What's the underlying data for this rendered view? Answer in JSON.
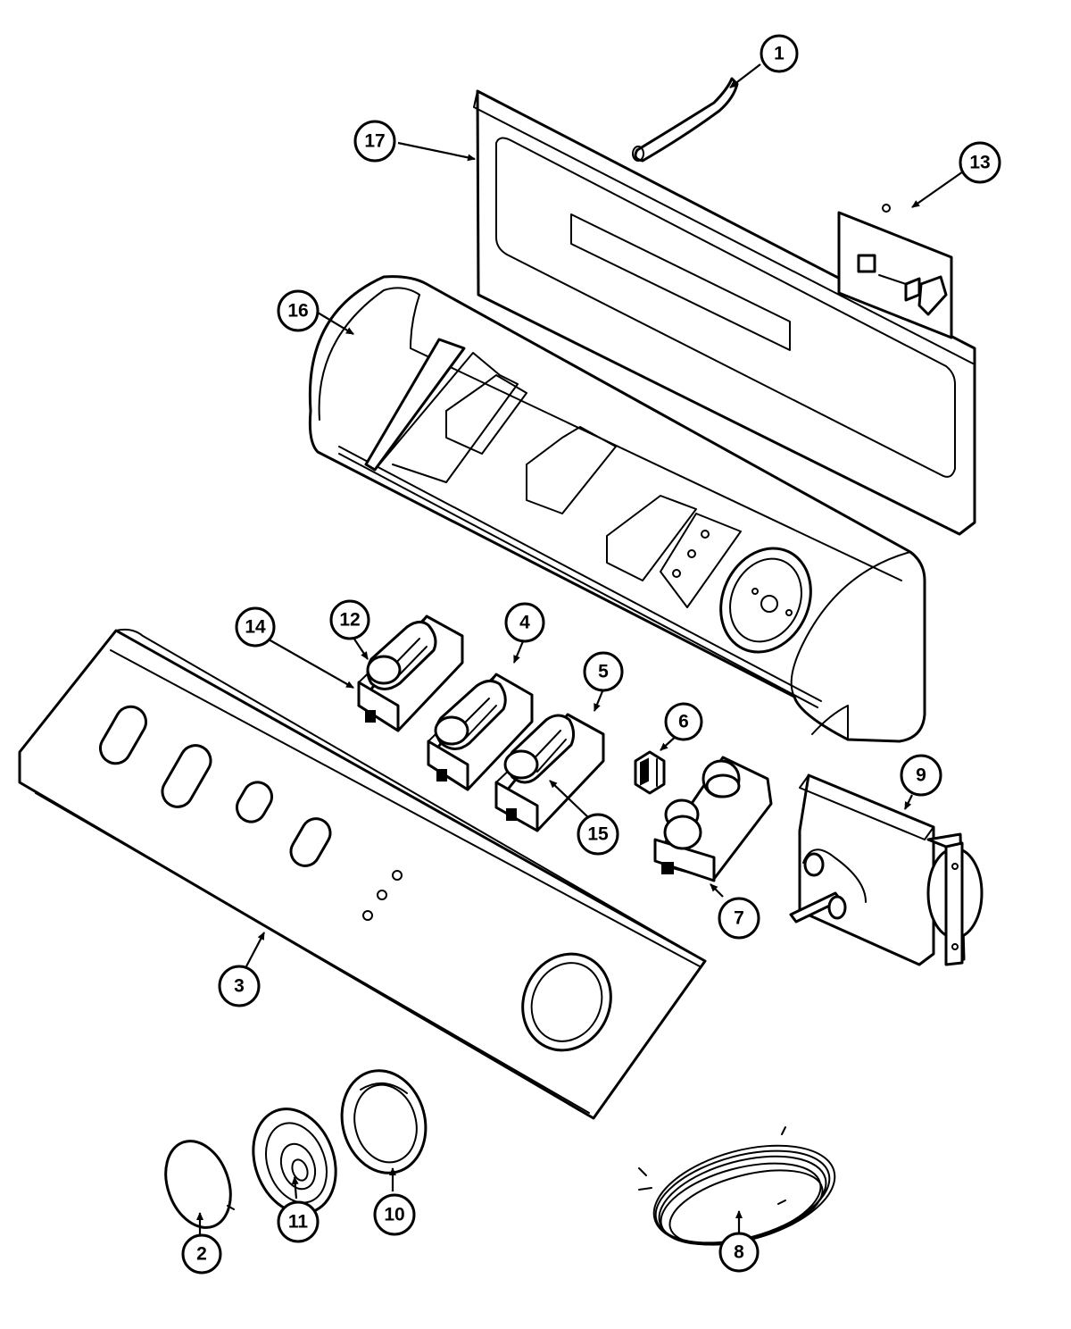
{
  "callouts": [
    {
      "id": "1",
      "label": "1"
    },
    {
      "id": "2",
      "label": "2"
    },
    {
      "id": "3",
      "label": "3"
    },
    {
      "id": "4",
      "label": "4"
    },
    {
      "id": "5",
      "label": "5"
    },
    {
      "id": "6",
      "label": "6"
    },
    {
      "id": "7",
      "label": "7"
    },
    {
      "id": "8",
      "label": "8"
    },
    {
      "id": "9",
      "label": "9"
    },
    {
      "id": "10",
      "label": "10"
    },
    {
      "id": "11",
      "label": "11"
    },
    {
      "id": "12",
      "label": "12"
    },
    {
      "id": "13",
      "label": "13"
    },
    {
      "id": "14",
      "label": "14"
    },
    {
      "id": "15",
      "label": "15"
    },
    {
      "id": "16",
      "label": "16"
    },
    {
      "id": "17",
      "label": "17"
    }
  ],
  "colors": {
    "line": "#000000",
    "background": "#ffffff"
  }
}
